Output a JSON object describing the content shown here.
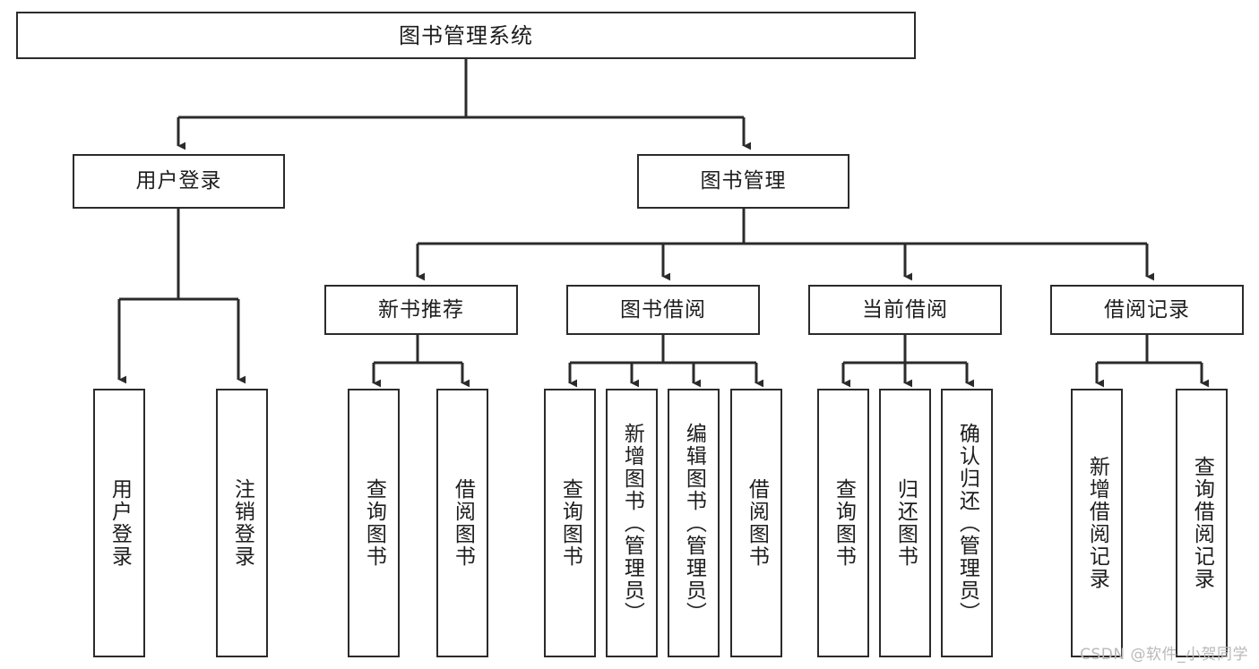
{
  "diagram": {
    "type": "tree",
    "title": "图书管理系统",
    "root": {
      "label": "图书管理系统"
    },
    "level2": [
      {
        "label": "用户登录"
      },
      {
        "label": "图书管理"
      }
    ],
    "level3": [
      {
        "label": "新书推荐"
      },
      {
        "label": "图书借阅"
      },
      {
        "label": "当前借阅"
      },
      {
        "label": "借阅记录"
      }
    ],
    "leaves": {
      "user_login": [
        {
          "label": "用户登录"
        },
        {
          "label": "注销登录"
        }
      ],
      "new_book_recommend": [
        {
          "label": "查询图书"
        },
        {
          "label": "借阅图书"
        }
      ],
      "book_borrow": [
        {
          "label": "查询图书"
        },
        {
          "label": "新增图书（管理员）"
        },
        {
          "label": "编辑图书（管理员）"
        },
        {
          "label": "借阅图书"
        }
      ],
      "current_borrow": [
        {
          "label": "查询图书"
        },
        {
          "label": "归还图书"
        },
        {
          "label": "确认归还（管理员）"
        }
      ],
      "borrow_record": [
        {
          "label": "新增借阅记录"
        },
        {
          "label": "查询借阅记录"
        }
      ]
    }
  },
  "watermark": {
    "text": "CSDN @软件_小贺同学"
  },
  "colors": {
    "stroke": "#2b2b2b",
    "background": "#ffffff",
    "text": "#1d1d1d",
    "watermark": "#b9b9b9"
  }
}
